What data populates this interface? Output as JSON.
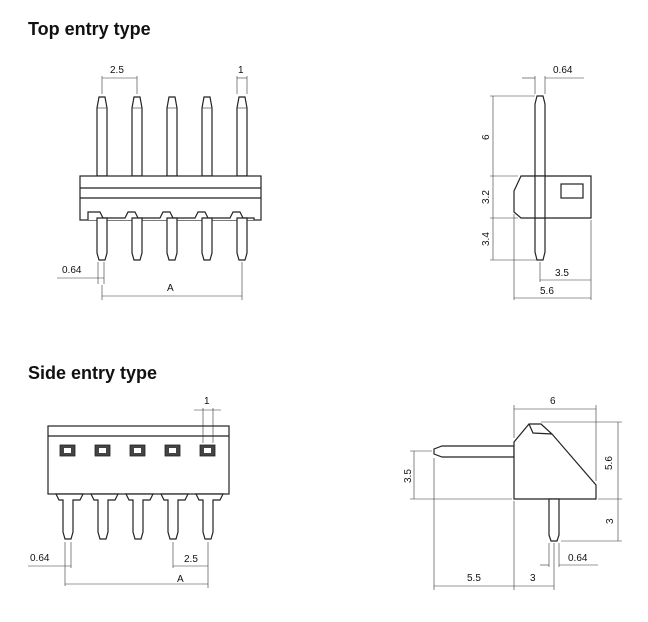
{
  "sections": {
    "top": {
      "title": "Top entry type"
    },
    "side": {
      "title": "Side entry type"
    }
  },
  "dimensions": {
    "top_front": {
      "pitch": "2.5",
      "tip_width": "1",
      "pin_width": "0.64",
      "total": "A"
    },
    "top_side": {
      "pin_width": "0.64",
      "pin_top": "6",
      "housing": "3.2",
      "pin_bottom": "3.4",
      "offset": "3.5",
      "depth": "5.6"
    },
    "side_front": {
      "tip_width": "1",
      "pin_width": "0.64",
      "pitch": "2.5",
      "total": "A"
    },
    "side_side": {
      "depth": "6",
      "height": "5.6",
      "pin_height": "3.5",
      "pin_bottom": "3",
      "pin_width": "0.64",
      "pin_length": "5.5",
      "pin_offset": "3"
    }
  }
}
